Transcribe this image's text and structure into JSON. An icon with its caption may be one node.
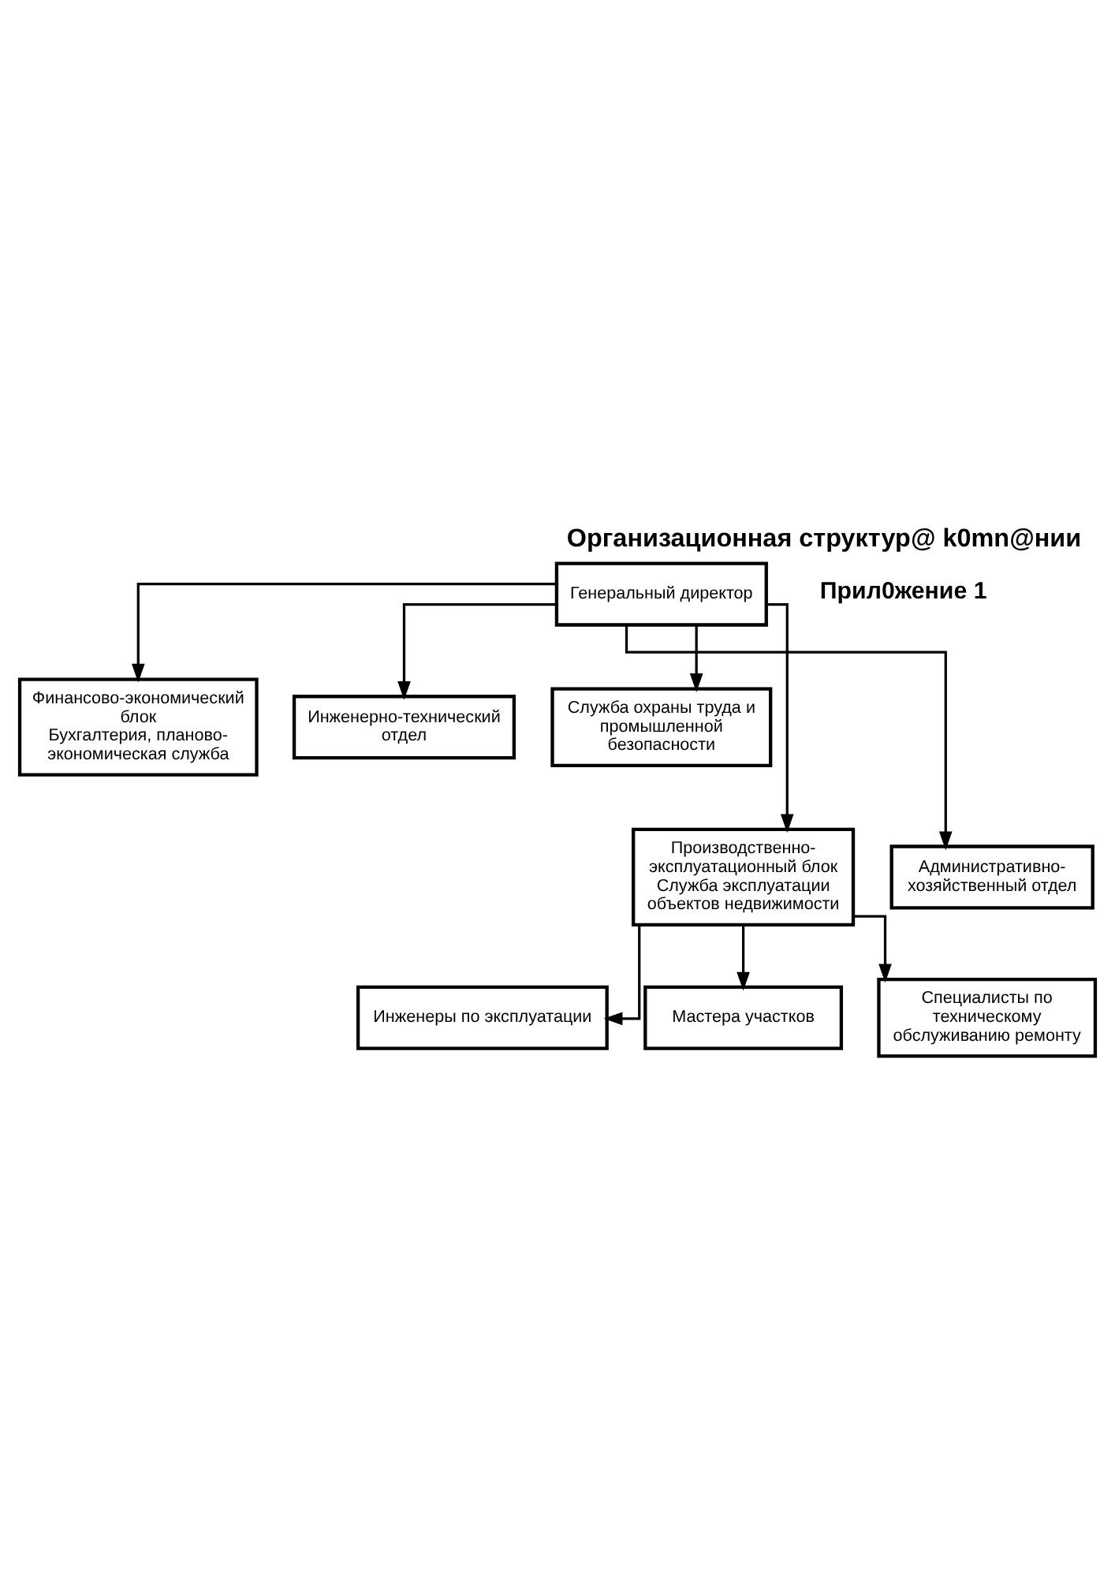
{
  "diagram": {
    "title": "Организационная структур@ k0mn@нии",
    "nodes": [
      {
        "text": [
          "Генеральный директор"
        ]
      },
      {
        "text": [
          "Финансово-экономический блок",
          "Бухгалтерия, планово-экономическая служба"
        ]
      },
      {
        "text": [
          "Инженерно-технический отдел"
        ]
      },
      {
        "text": [
          "Служба охраны труда и промышленной безопасности"
        ]
      },
      {
        "text": [
          "Производственно-эксплуатационный блок",
          "Служба эксплуатации объектов недвижимости"
        ]
      },
      {
        "text": [
          "Административно-хозяйственный отдел"
        ]
      },
      {
        "text": [
          "Инженеры по эксплуатации"
        ]
      },
      {
        "text": [
          "Мастера участков"
        ]
      },
      {
        "text": [
          "Специалисты по техническому обслуживанию ремонту"
        ]
      }
    ],
    "edges": [
      {
        "from": 0,
        "to": 1,
        "arrow": "to"
      },
      {
        "from": 0,
        "to": 4,
        "arrow": "to"
      },
      {
        "from": 0,
        "to": 2,
        "arrow": "to"
      },
      {
        "from": 0,
        "to": 3,
        "arrow": "to"
      },
      {
        "from": 0,
        "to": 5,
        "arrow": "to"
      },
      {
        "from": 4,
        "to": 6,
        "arrow": "to"
      },
      {
        "from": 4,
        "to": 7,
        "arrow": "to"
      },
      {
        "from": 4,
        "to": 8,
        "arrow": "to"
      }
    ],
    "labels": [
      "Прил0жение 1"
    ]
  }
}
